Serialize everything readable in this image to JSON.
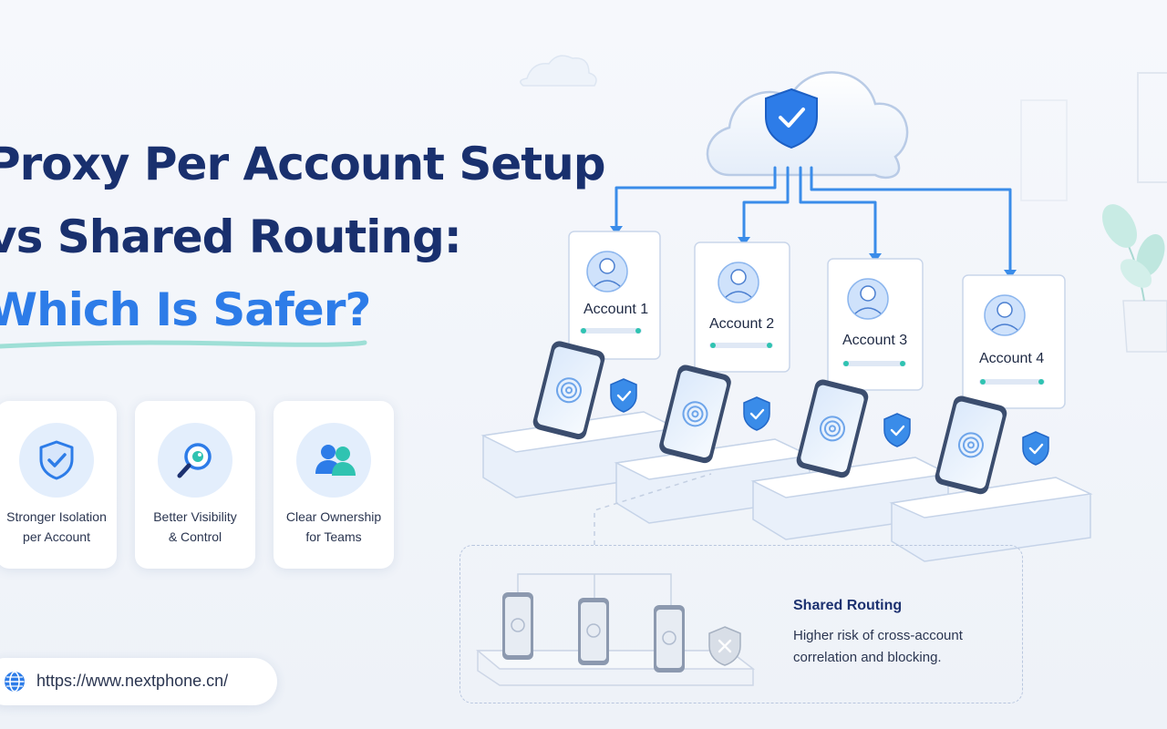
{
  "headline": {
    "line1": "Proxy Per Account Setup",
    "line2": "vs Shared Routing:",
    "line3": "Which Is Safer?"
  },
  "features": [
    {
      "icon": "shield-check-icon",
      "line1": "Stronger Isolation",
      "line2": "per Account"
    },
    {
      "icon": "magnifier-eye-icon",
      "line1": "Better Visibility",
      "line2": "& Control"
    },
    {
      "icon": "team-icon",
      "line1": "Clear Ownership",
      "line2": "for Teams"
    }
  ],
  "url": {
    "icon": "globe-icon",
    "text": "https://www.nextphone.cn/"
  },
  "diagram": {
    "cloud_icon": "cloud-shield-icon",
    "accounts": [
      "Account 1",
      "Account 2",
      "Account 3",
      "Account 4"
    ]
  },
  "shared": {
    "title": "Shared Routing",
    "desc_line1": "Higher risk of cross-account",
    "desc_line2": "correlation and blocking."
  },
  "colors": {
    "navy": "#19306e",
    "accent": "#2d7ce8",
    "card_bg": "#ffffff",
    "icon_circle": "#e3eefc"
  }
}
